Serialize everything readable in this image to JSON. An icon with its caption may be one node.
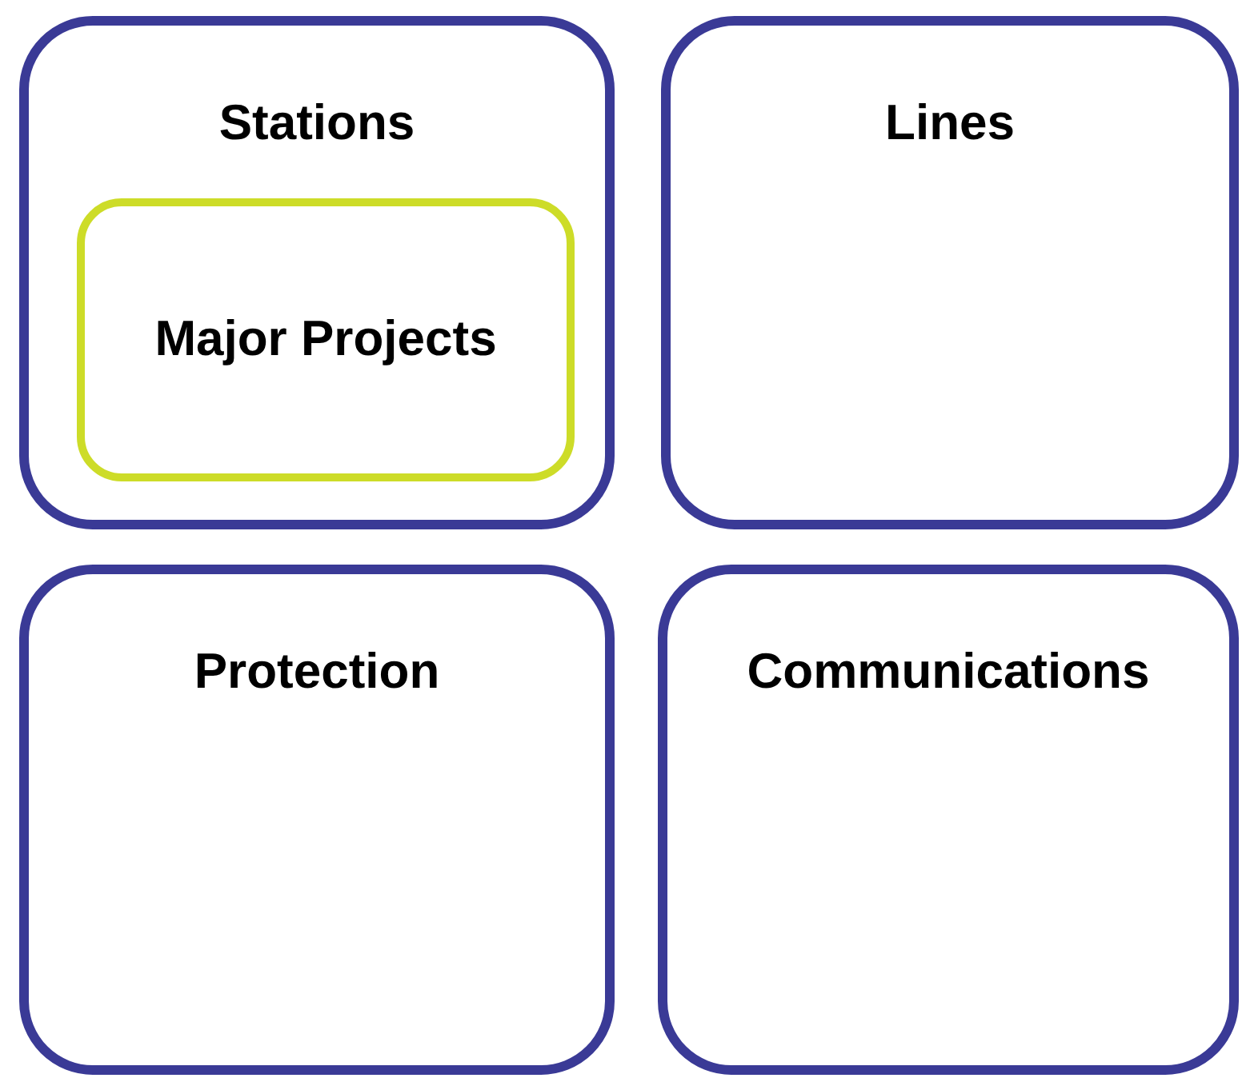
{
  "diagram": {
    "nodes": [
      {
        "text": [
          "Stations"
        ]
      },
      {
        "text": [
          "Major Projects"
        ],
        "in": 0
      },
      {
        "text": [
          "Lines"
        ]
      },
      {
        "text": [
          "Protection"
        ]
      },
      {
        "text": [
          "Communications"
        ]
      }
    ]
  }
}
